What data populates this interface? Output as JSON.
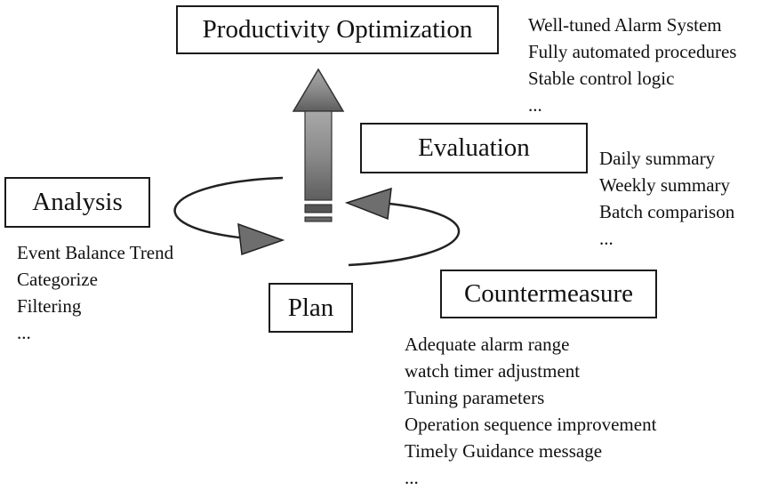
{
  "boxes": {
    "productivity": "Productivity Optimization",
    "evaluation": "Evaluation",
    "analysis": "Analysis",
    "plan": "Plan",
    "countermeasure": "Countermeasure"
  },
  "lists": {
    "productivity": [
      "Well-tuned Alarm System",
      "Fully automated procedures",
      "Stable control logic",
      "..."
    ],
    "evaluation": [
      "Daily summary",
      "Weekly summary",
      "Batch comparison",
      "..."
    ],
    "analysis": [
      "Event Balance Trend",
      "Categorize",
      "Filtering",
      "..."
    ],
    "countermeasure": [
      "Adequate alarm range",
      "watch timer adjustment",
      "Tuning parameters",
      "Operation sequence improvement",
      "Timely Guidance message",
      "..."
    ]
  },
  "colors": {
    "line": "#1a1a1a",
    "arrow_top": "#9a9a9a",
    "arrow_bottom": "#5a5a5a",
    "cycle_arrow": "#6e6e6e"
  }
}
